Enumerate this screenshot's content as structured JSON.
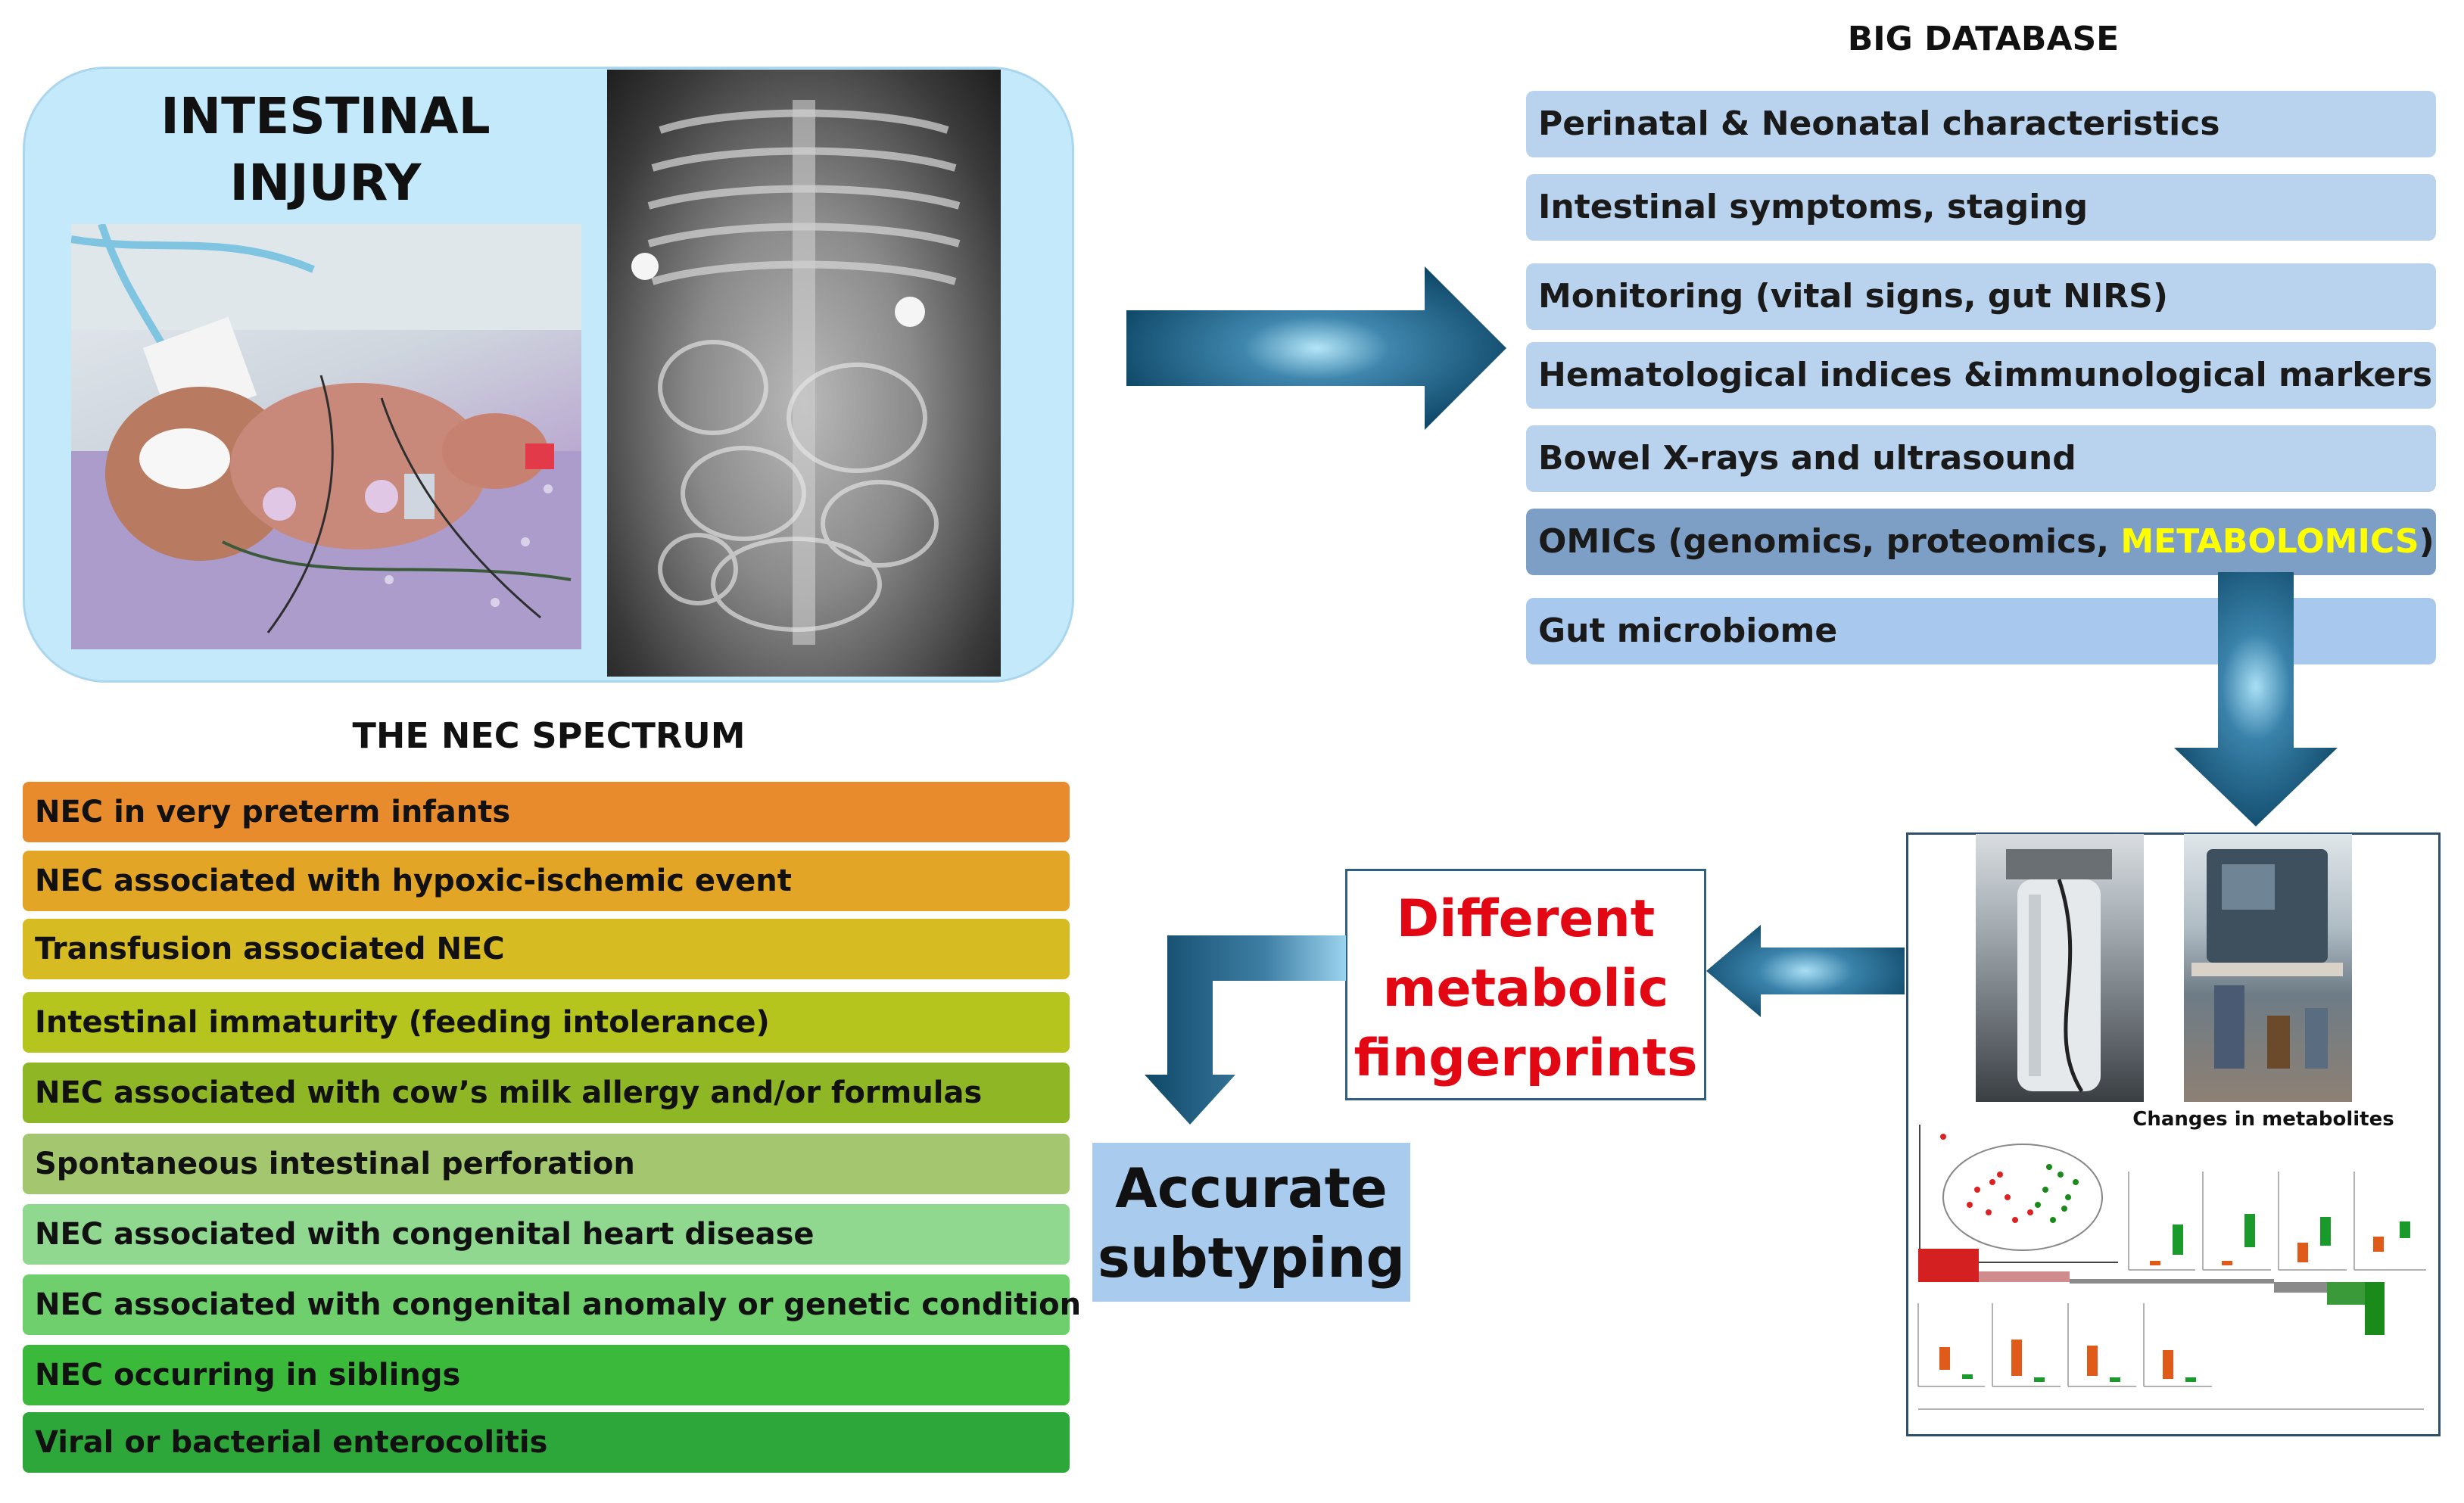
{
  "injury": {
    "title_line1": "INTESTINAL",
    "title_line2": "INJURY"
  },
  "database": {
    "title": "BIG DATABASE",
    "items": [
      "Perinatal & Neonatal characteristics",
      "Intestinal symptoms, staging",
      "Monitoring  (vital signs, gut NIRS)",
      "Hematological indices  &immunological markers",
      "Bowel X-rays and ultrasound",
      "OMICs (genomics, proteomics, ",
      "Gut microbiome"
    ],
    "highlight_word": "METABOLOMICS",
    "highlight_suffix": ")"
  },
  "nec_spectrum": {
    "title": "THE NEC  SPECTRUM",
    "items": [
      {
        "label": "NEC in very preterm infants",
        "color": "#e78b2c"
      },
      {
        "label": "NEC associated with hypoxic-ischemic event",
        "color": "#e3a526"
      },
      {
        "label": "Transfusion associated NEC",
        "color": "#d7bb22"
      },
      {
        "label": "Intestinal immaturity (feeding intolerance)",
        "color": "#b6c51e"
      },
      {
        "label": "NEC associated with cow’s milk allergy and/or formulas",
        "color": "#8fb624"
      },
      {
        "label": "Spontaneous intestinal perforation",
        "color": "#a3c66e"
      },
      {
        "label": "NEC associated with congenital heart disease",
        "color": "#90d890"
      },
      {
        "label": "NEC associated with congenital anomaly or genetic condition",
        "color": "#6fcf6d"
      },
      {
        "label": "NEC occurring in siblings",
        "color": "#3bb93b"
      },
      {
        "label": "Viral or bacterial enterocolitis",
        "color": "#2ea73a"
      }
    ]
  },
  "fingerprints": {
    "line1": "Different",
    "line2": "metabolic",
    "line3": "fingerprints"
  },
  "subtyping": {
    "line1": "Accurate",
    "line2": "subtyping"
  },
  "metabolomics_panel": {
    "chart_label": "Changes in metabolites"
  },
  "colors": {
    "arrow_dark": "#0f4868",
    "arrow_light": "#a9dff5",
    "fingerprints_text": "#e30613",
    "highlight_text": "#ffff00"
  }
}
